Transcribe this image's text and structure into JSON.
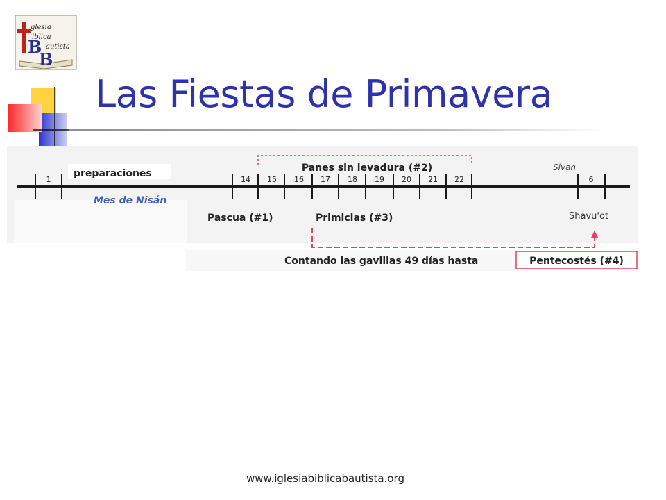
{
  "logo": {
    "line1": "glesia",
    "line2": "iblica",
    "line3": "autista",
    "initials_top": "B",
    "initials_bottom": "B"
  },
  "title": "Las Fiestas de Primavera",
  "timeline": {
    "day_numbers": [
      "1",
      "14",
      "15",
      "16",
      "17",
      "18",
      "19",
      "20",
      "21",
      "22",
      "6"
    ],
    "preparation_label": "preparaciones",
    "month_label": "Mes de Nisán",
    "next_month_label": "Sivan",
    "feast_unleavened": "Panes sin levadura (#2)",
    "feast_passover": "Pascua (#1)",
    "feast_firstfruits": "Primicias (#3)",
    "shavuot_label": "Shavu'ot",
    "counting_label": "Contando las gavillas 49 días hasta",
    "pentecost_label": "Pentecostés (#4)"
  },
  "footer_url": "www.iglesiabiblicabautista.org",
  "colors": {
    "title": "#2f32a8",
    "month_label": "#3d5fb8",
    "dashed_red": "#e0435a",
    "deco_yellow": "#ffd23f",
    "deco_red": "#ff3b3b",
    "deco_blue": "#2e35c9"
  }
}
